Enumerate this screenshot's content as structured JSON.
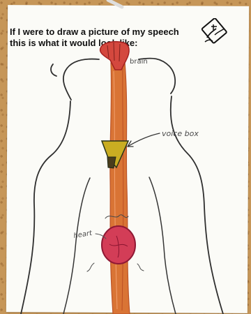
{
  "worksheet": {
    "prompt_line1": "If I were to draw a picture of my speech",
    "prompt_line2": "this is what it would look like:"
  },
  "labels": {
    "brain": "brain",
    "voice_box": "voice box",
    "heart": "heart"
  },
  "icons": {
    "logo": "hand-drawing-icon",
    "pin": "push-pin-icon"
  },
  "colors": {
    "cork": "#c69658",
    "paper": "#fbfbf7",
    "airway": "#d97435",
    "brain": "#d4483e",
    "voice_box": "#c9ad22",
    "heart": "#d33d57",
    "outline": "#333333"
  }
}
